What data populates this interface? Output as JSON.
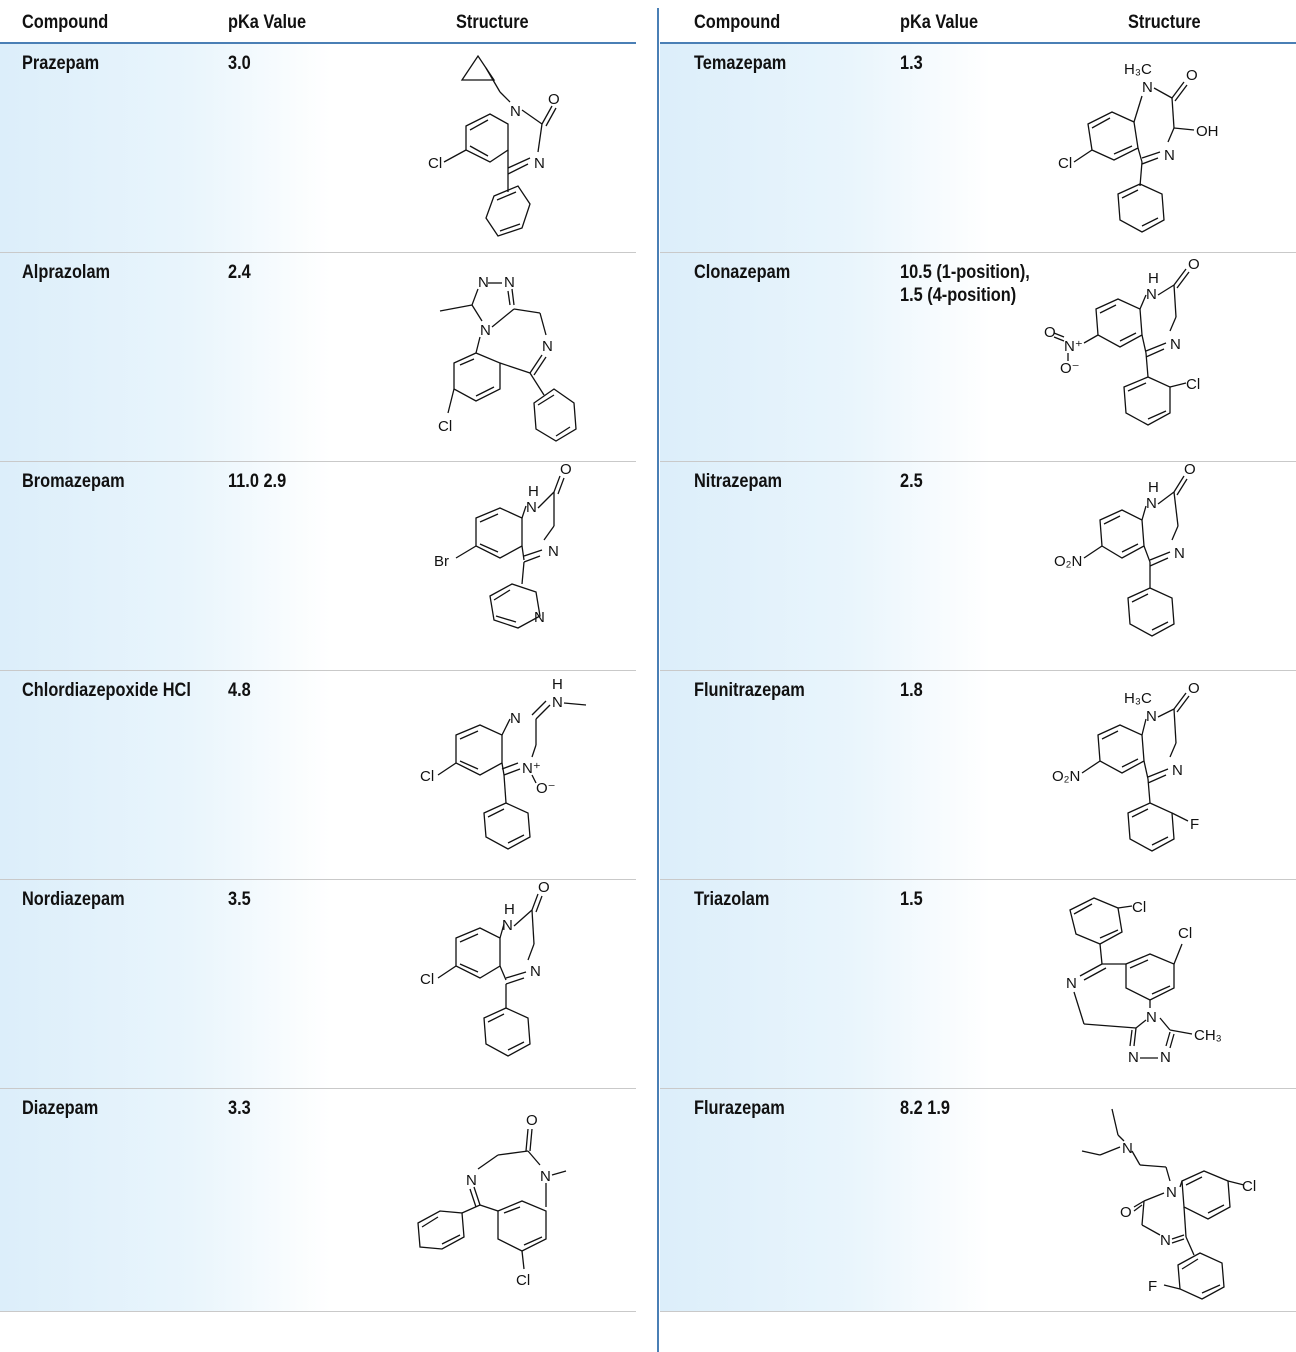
{
  "headers": {
    "compound": "Compound",
    "pka": "pKa Value",
    "structure": "Structure"
  },
  "left_rows": [
    {
      "name": "Prazepam",
      "pka": "3.0",
      "pka2": ""
    },
    {
      "name": "Alprazolam",
      "pka": "2.4",
      "pka2": ""
    },
    {
      "name": "Bromazepam",
      "pka": "11.0  2.9",
      "pka2": ""
    },
    {
      "name": "Chlordiazepoxide HCl",
      "pka": "4.8",
      "pka2": ""
    },
    {
      "name": "Nordiazepam",
      "pka": "3.5",
      "pka2": ""
    },
    {
      "name": "Diazepam",
      "pka": "3.3",
      "pka2": ""
    }
  ],
  "right_rows": [
    {
      "name": "Temazepam",
      "pka": "1.3",
      "pka2": ""
    },
    {
      "name": "Clonazepam",
      "pka": "10.5 (1-position),",
      "pka2": "1.5 (4-position)"
    },
    {
      "name": "Nitrazepam",
      "pka": "2.5",
      "pka2": ""
    },
    {
      "name": "Flunitrazepam",
      "pka": "1.8",
      "pka2": ""
    },
    {
      "name": "Triazolam",
      "pka": "1.5",
      "pka2": ""
    },
    {
      "name": "Flurazepam",
      "pka": "8.2  1.9",
      "pka2": ""
    }
  ],
  "atom_labels": {
    "cl": "Cl",
    "br": "Br",
    "n": "N",
    "o": "O",
    "h": "H",
    "f": "F",
    "h3c": "H₃C",
    "ch3": "CH₃",
    "oh": "OH",
    "o2n": "O₂N",
    "n_plus": "N⁺",
    "o_minus": "O⁻"
  }
}
